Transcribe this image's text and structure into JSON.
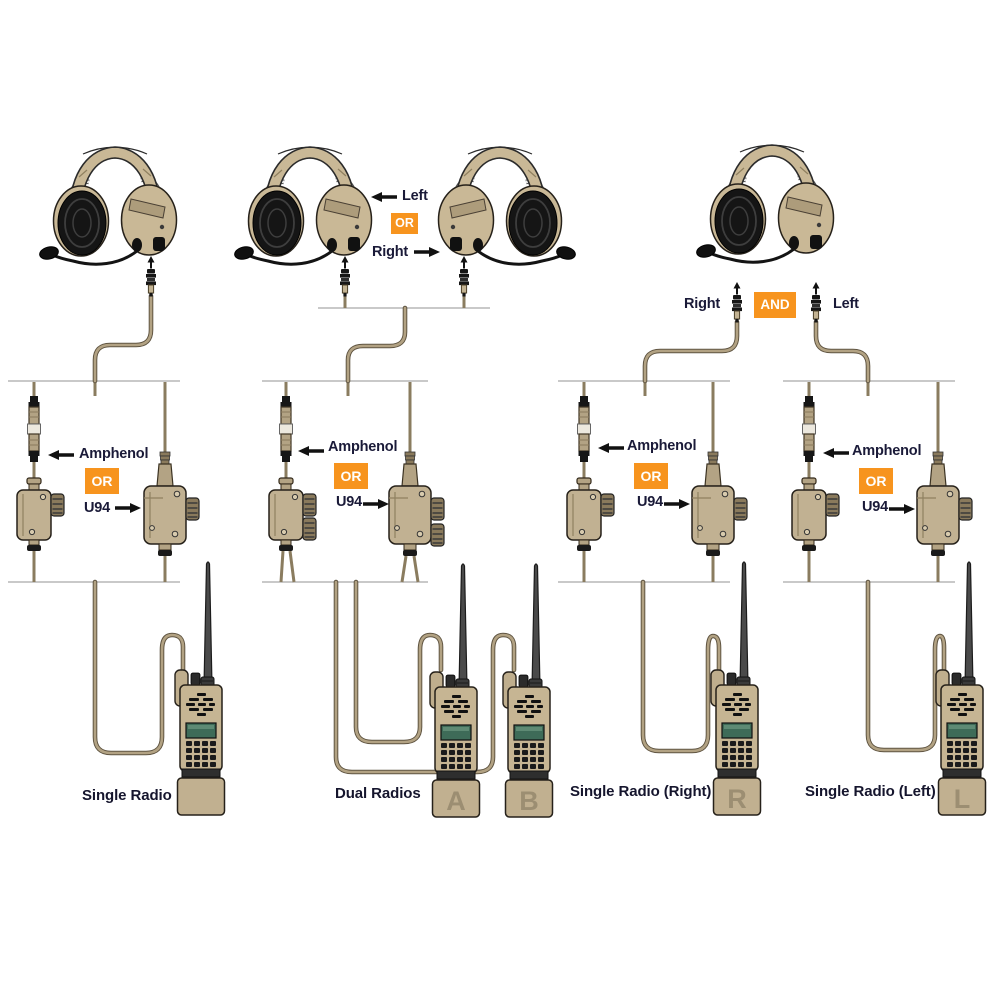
{
  "palette": {
    "accent_orange": "#F7941E",
    "label_text": "#1A1A38",
    "device_tan": "#C9B896",
    "cable_tan": "#B2A283",
    "bus_line_gray": "#C9C9C9",
    "display_green": "#3E6B58",
    "radio_letter_color": "#9C8E72"
  },
  "icons": {
    "left_arrow": "arrow-left",
    "right_arrow": "arrow-right",
    "plug_up_arrow": "arrow-up"
  },
  "columns": [
    {
      "caption": "Single Radio",
      "ptt_box": {
        "amphenol": "Amphenol",
        "or": "OR",
        "u94": "U94"
      }
    },
    {
      "caption": "Dual Radios",
      "headset_choice": {
        "left": "Left",
        "or": "OR",
        "right": "Right"
      },
      "ptt_box": {
        "amphenol": "Amphenol",
        "or": "OR",
        "u94": "U94"
      },
      "radios": {
        "a": "A",
        "b": "B"
      }
    },
    {
      "caption": "Single Radio (Right)",
      "headset_split": {
        "right": "Right",
        "and": "AND",
        "left": "Left"
      },
      "ptt_box": {
        "amphenol": "Amphenol",
        "or": "OR",
        "u94": "U94"
      },
      "radio_letter": "R"
    },
    {
      "caption": "Single Radio (Left)",
      "ptt_box": {
        "amphenol": "Amphenol",
        "or": "OR",
        "u94": "U94"
      },
      "radio_letter": "L"
    }
  ]
}
